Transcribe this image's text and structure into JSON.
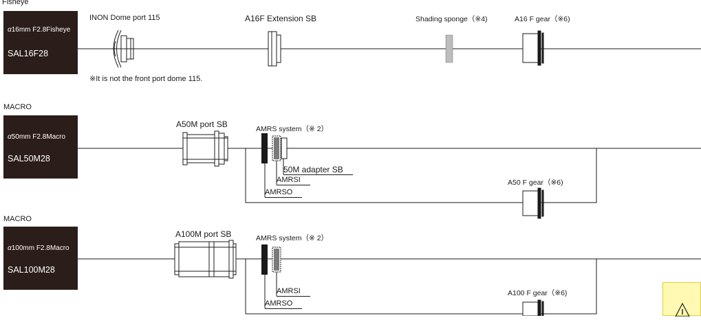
{
  "sections": [
    {
      "title": "Fisheye",
      "lens": {
        "name_prefix": "α",
        "name": "16mm F2.8Fisheye",
        "model": "SAL16F28"
      },
      "labels": {
        "dome": "INON Dome port  115",
        "extension": "A16F Extension SB",
        "sponge": "Shading sponge（※4)",
        "gear": "A16 F gear（※6)"
      },
      "note": "※It is not the front port dome 115."
    },
    {
      "title": "MACRO",
      "lens": {
        "name_prefix": "α",
        "name": "50mm F2.8Macro",
        "model": "SAL50M28"
      },
      "labels": {
        "port": "A50M port SB",
        "amrs_system": "AMRS system（※ 2）",
        "adapter": "50M adapter SB",
        "amrsi": "AMRSI",
        "amrso": "AMRSO",
        "gear": "A50 F gear（※6)"
      }
    },
    {
      "title": "MACRO",
      "lens": {
        "name_prefix": "α",
        "name": "100mm F2.8Macro",
        "model": "SAL100M28"
      },
      "labels": {
        "port": "A100M port SB",
        "amrs_system": "AMRS system（※ 2）",
        "amrsi": "AMRSI",
        "amrso": "AMRSO",
        "gear": "A100 F gear（※6)"
      }
    }
  ],
  "colors": {
    "lens_box": "#2b1d1a",
    "ink": "#1a1a1a",
    "warning_bg": "#fff9b3"
  },
  "icons": {
    "warning": "warning-triangle-icon"
  }
}
